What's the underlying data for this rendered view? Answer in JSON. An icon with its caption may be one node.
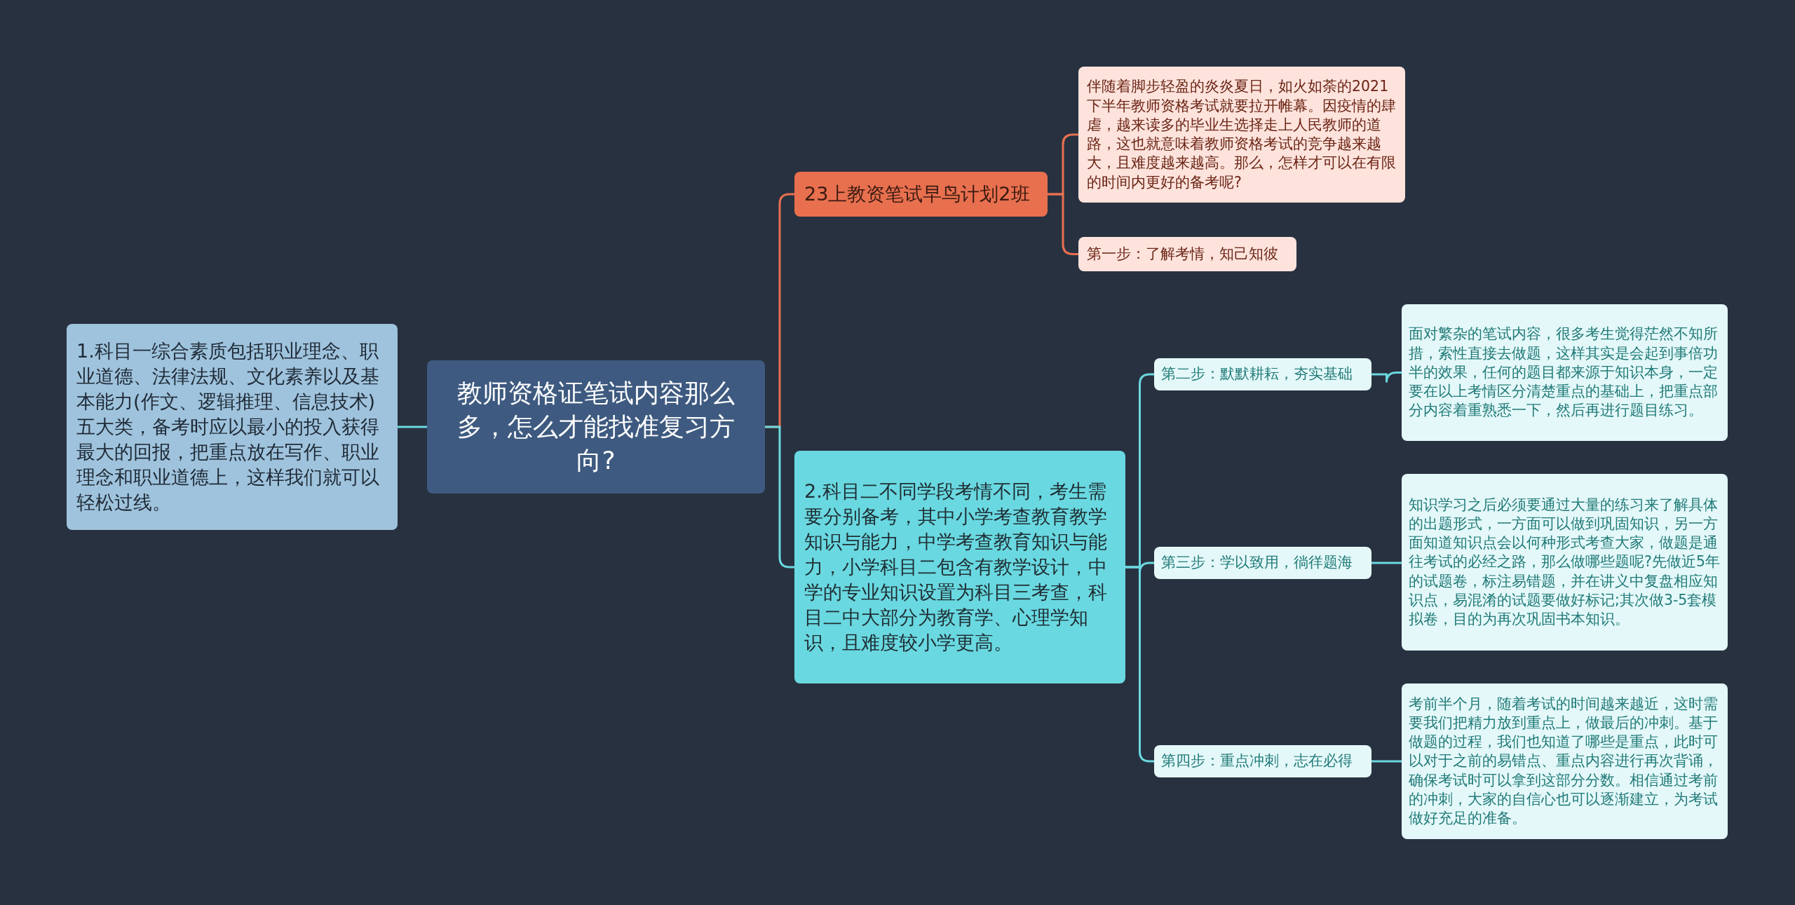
{
  "diagram": {
    "nodes": [
      {
        "text": [
          "教师资格证笔试内容那么多，怎么才能找准复习方向?"
        ]
      },
      {
        "text": [
          "1.科目一综合素质包括职业理念、职业道德、法律法规、文化素养以及基本能力(作文、逻辑推理、信息技术)五大类，备考时应以最小的投入获得最大的回报，把重点放在写作、职业理念和职业道德上，这样我们就可以轻松过线。"
        ]
      },
      {
        "text": [
          "23上教资笔试早鸟计划2班"
        ]
      },
      {
        "text": [
          "伴随着脚步轻盈的炎炎夏日，如火如荼的2021下半年教师资格考试就要拉开帷幕。因疫情的肆虐，越来读多的毕业生选择走上人民教师的道路，这也就意味着教师资格考试的竞争越来越大，且难度越来越高。那么，怎样才可以在有限的时间内更好的备考呢?"
        ]
      },
      {
        "text": [
          "第一步：了解考情，知己知彼"
        ]
      },
      {
        "text": [
          "2.科目二不同学段考情不同，考生需要分别备考，其中小学考查教育教学知识与能力，中学考查教育知识与能力，小学科目二包含有教学设计，中学的专业知识设置为科目三考查，科目二中大部分为教育学、心理学知识，且难度较小学更高。"
        ]
      },
      {
        "text": [
          "第二步：默默耕耘，夯实基础"
        ]
      },
      {
        "text": [
          "面对繁杂的笔试内容，很多考生觉得茫然不知所措，索性直接去做题，这样其实是会起到事倍功半的效果，任何的题目都来源于知识本身，一定要在以上考情区分清楚重点的基础上，把重点部分内容着重熟悉一下，然后再进行题目练习。"
        ]
      },
      {
        "text": [
          "第三步：学以致用，徜徉题海"
        ]
      },
      {
        "text": [
          "知识学习之后必须要通过大量的练习来了解具体的出题形式，一方面可以做到巩固知识，另一方面知道知识点会以何种形式考查大家，做题是通往考试的必经之路，那么做哪些题呢?先做近5年的试题卷，标注易错题，并在讲义中复盘相应知识点，易混淆的试题要做好标记;其次做3-5套模拟卷，目的为再次巩固书本知识。"
        ]
      },
      {
        "text": [
          "第四步：重点冲刺，志在必得"
        ]
      },
      {
        "text": [
          "考前半个月，随着考试的时间越来越近，这时需要我们把精力放到重点上，做最后的冲刺。基于做题的过程，我们也知道了哪些是重点，此时可以对于之前的易错点、重点内容进行再次背诵，确保考试时可以拿到这部分分数。相信通过考前的冲刺，大家的自信心也可以逐渐建立，为考试做好充足的准备。"
        ]
      }
    ],
    "edges": [
      {
        "from": 0,
        "to": 1,
        "arrow": "none"
      },
      {
        "from": 0,
        "to": 2,
        "arrow": "none",
        "color": "#e8704f"
      },
      {
        "from": 2,
        "to": 3,
        "arrow": "none",
        "color": "#e8704f"
      },
      {
        "from": 2,
        "to": 4,
        "arrow": "none",
        "color": "#e8704f"
      },
      {
        "from": 0,
        "to": 5,
        "arrow": "none"
      },
      {
        "from": 5,
        "to": 6,
        "arrow": "none"
      },
      {
        "from": 6,
        "to": 7,
        "arrow": "none"
      },
      {
        "from": 5,
        "to": 8,
        "arrow": "none"
      },
      {
        "from": 8,
        "to": 9,
        "arrow": "none"
      },
      {
        "from": 5,
        "to": 10,
        "arrow": "none"
      },
      {
        "from": 10,
        "to": 11,
        "arrow": "none"
      }
    ]
  }
}
